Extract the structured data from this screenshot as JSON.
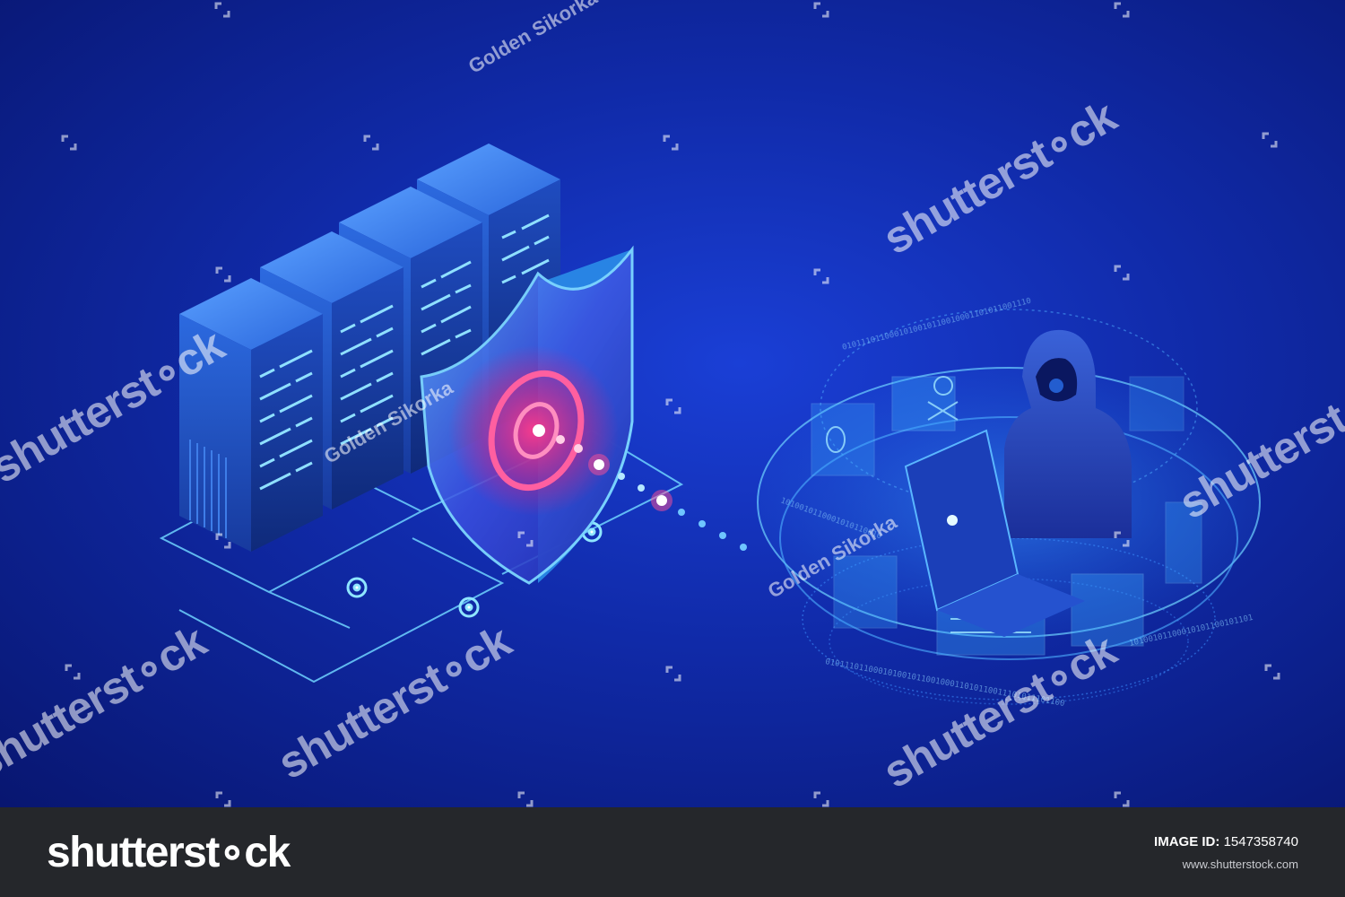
{
  "watermark": {
    "brand_text": "shutterst∘ck",
    "author_text": "Golden Sikorka",
    "icon": "shutterstock-mark-icon"
  },
  "footer": {
    "logo_text": "shutterst∘ck",
    "image_id_label": "IMAGE ID:",
    "image_id_value": "1547358740",
    "site_url": "www.shutterstock.com"
  },
  "colors": {
    "background": "#102aa8",
    "footer": "#25272b",
    "accent_glow": "#ff2d7a",
    "server": "#2b63d9"
  }
}
